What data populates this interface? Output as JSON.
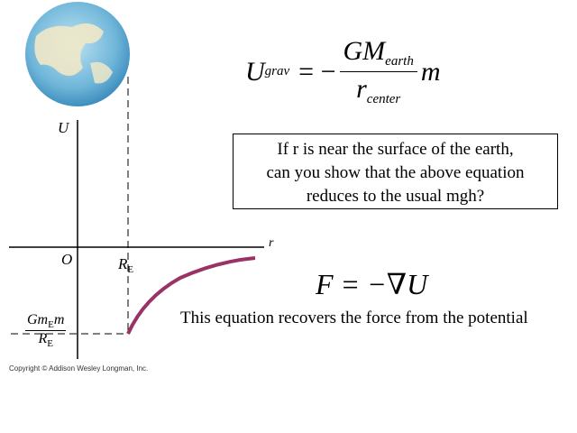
{
  "diagram": {
    "axis_u_label": "U",
    "axis_r_label": "r",
    "origin_label": "O",
    "radius_label": "R",
    "radius_sub": "E",
    "min_numerator_g": "Gm",
    "min_numerator_sub": "E",
    "min_numerator_m": "m",
    "min_denominator": "R",
    "min_denominator_sub": "E",
    "curve_color": "#993366",
    "copyright": "Copyright © Addison Wesley Longman, Inc."
  },
  "equation1": {
    "lhs": "U",
    "lhs_sub": "grav",
    "equals": "= −",
    "num": "GM",
    "num_sub": "earth",
    "den": "r",
    "den_sub": "center",
    "tail": "m"
  },
  "question_box": {
    "lines": [
      "If r is near the surface of the earth,",
      "can you show that the above equation",
      "reduces to the usual mgh?"
    ]
  },
  "equation2": {
    "text": "F = −∇U"
  },
  "caption": "This equation recovers the force from the potential"
}
